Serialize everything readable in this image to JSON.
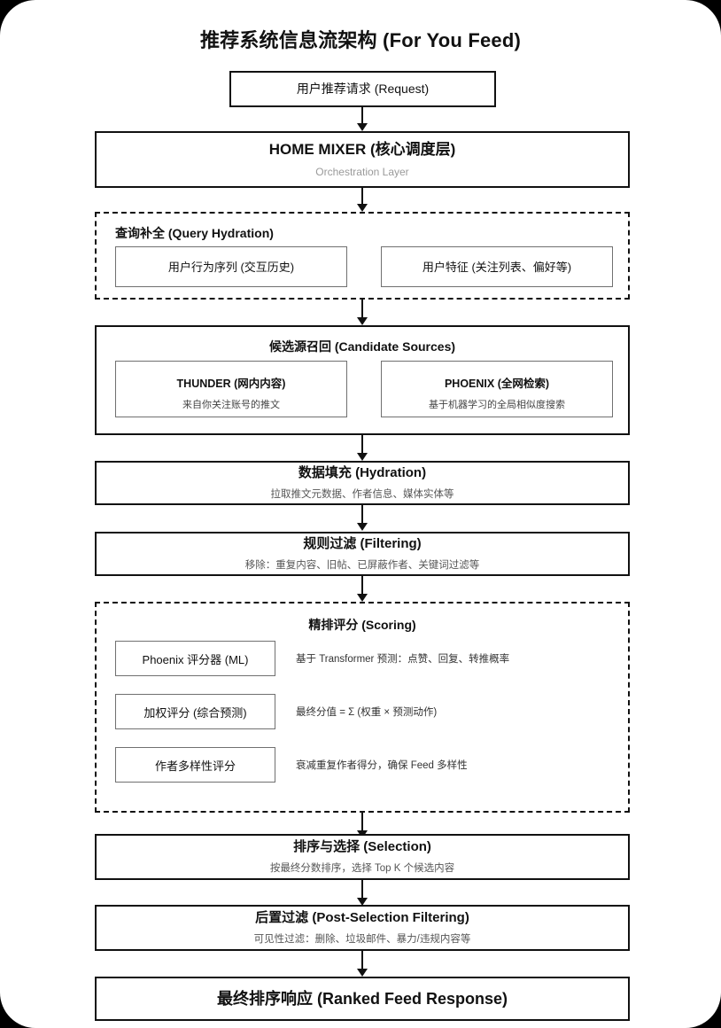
{
  "title": "推荐系统信息流架构 (For You Feed)",
  "nodes": {
    "request": {
      "label": "用户推荐请求 (Request)"
    },
    "home_mixer": {
      "title": "HOME MIXER (核心调度层)",
      "subtitle": "Orchestration Layer"
    },
    "query_hydration": {
      "heading": "查询补全 (Query Hydration)",
      "items": [
        {
          "label": "用户行为序列 (交互历史)"
        },
        {
          "label": "用户特征 (关注列表、偏好等)"
        }
      ]
    },
    "candidate_sources": {
      "heading": "候选源召回 (Candidate Sources)",
      "items": [
        {
          "title": "THUNDER (网内内容)",
          "desc": "来自你关注账号的推文"
        },
        {
          "title": "PHOENIX (全网检索)",
          "desc": "基于机器学习的全局相似度搜索"
        }
      ]
    },
    "hydration": {
      "title": "数据填充 (Hydration)",
      "desc": "拉取推文元数据、作者信息、媒体实体等"
    },
    "filtering": {
      "title": "规则过滤 (Filtering)",
      "desc": "移除：重复内容、旧帖、已屏蔽作者、关键词过滤等"
    },
    "scoring": {
      "heading": "精排评分 (Scoring)",
      "rows": [
        {
          "label": "Phoenix 评分器 (ML)",
          "desc": "基于 Transformer 预测：点赞、回复、转推概率"
        },
        {
          "label": "加权评分 (综合预测)",
          "desc": "最终分值 = Σ (权重 × 预测动作)"
        },
        {
          "label": "作者多样性评分",
          "desc": "衰减重复作者得分，确保 Feed 多样性"
        }
      ]
    },
    "selection": {
      "title": "排序与选择 (Selection)",
      "desc": "按最终分数排序，选择 Top K 个候选内容"
    },
    "post_filtering": {
      "title": "后置过滤 (Post-Selection Filtering)",
      "desc": "可见性过滤：删除、垃圾邮件、暴力/违规内容等"
    },
    "response": {
      "title": "最终排序响应 (Ranked Feed Response)"
    }
  },
  "colors": {
    "page_bg": "#ffffff",
    "stroke_strong": "#111111",
    "stroke_light": "#707070",
    "text": "#111111",
    "text_muted": "#9a9a9a"
  }
}
